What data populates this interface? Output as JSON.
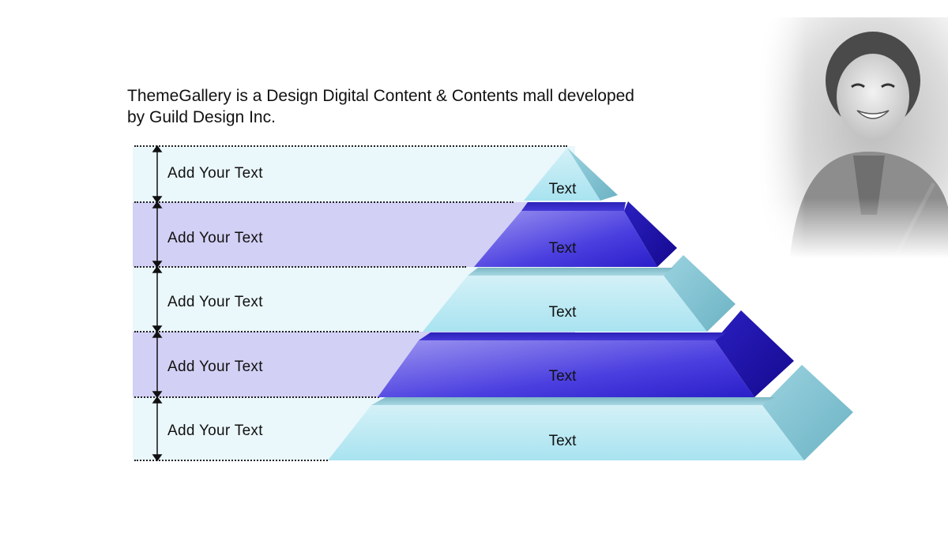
{
  "heading": {
    "text": "ThemeGallery  is a Design Digital Content & Contents mall developed\nby Guild Design Inc."
  },
  "photo": {
    "description": "portrait-photo-girl"
  },
  "pyramid": {
    "rows": [
      {
        "side_label": "Add Your Text",
        "tier_label": "Text",
        "color": "light"
      },
      {
        "side_label": "Add Your Text",
        "tier_label": "Text",
        "color": "dark"
      },
      {
        "side_label": "Add Your Text",
        "tier_label": "Text",
        "color": "light"
      },
      {
        "side_label": "Add Your Text",
        "tier_label": "Text",
        "color": "dark"
      },
      {
        "side_label": "Add Your Text",
        "tier_label": "Text",
        "color": "light"
      }
    ]
  },
  "colors": {
    "band_light": "#eaf7fb",
    "band_dark": "#d2d0f4",
    "tier_light_front": "#b9e8f2",
    "tier_light_side": "#7fc3d3",
    "tier_dark_front": "#5a4fe0",
    "tier_dark_side": "#2318b8"
  }
}
